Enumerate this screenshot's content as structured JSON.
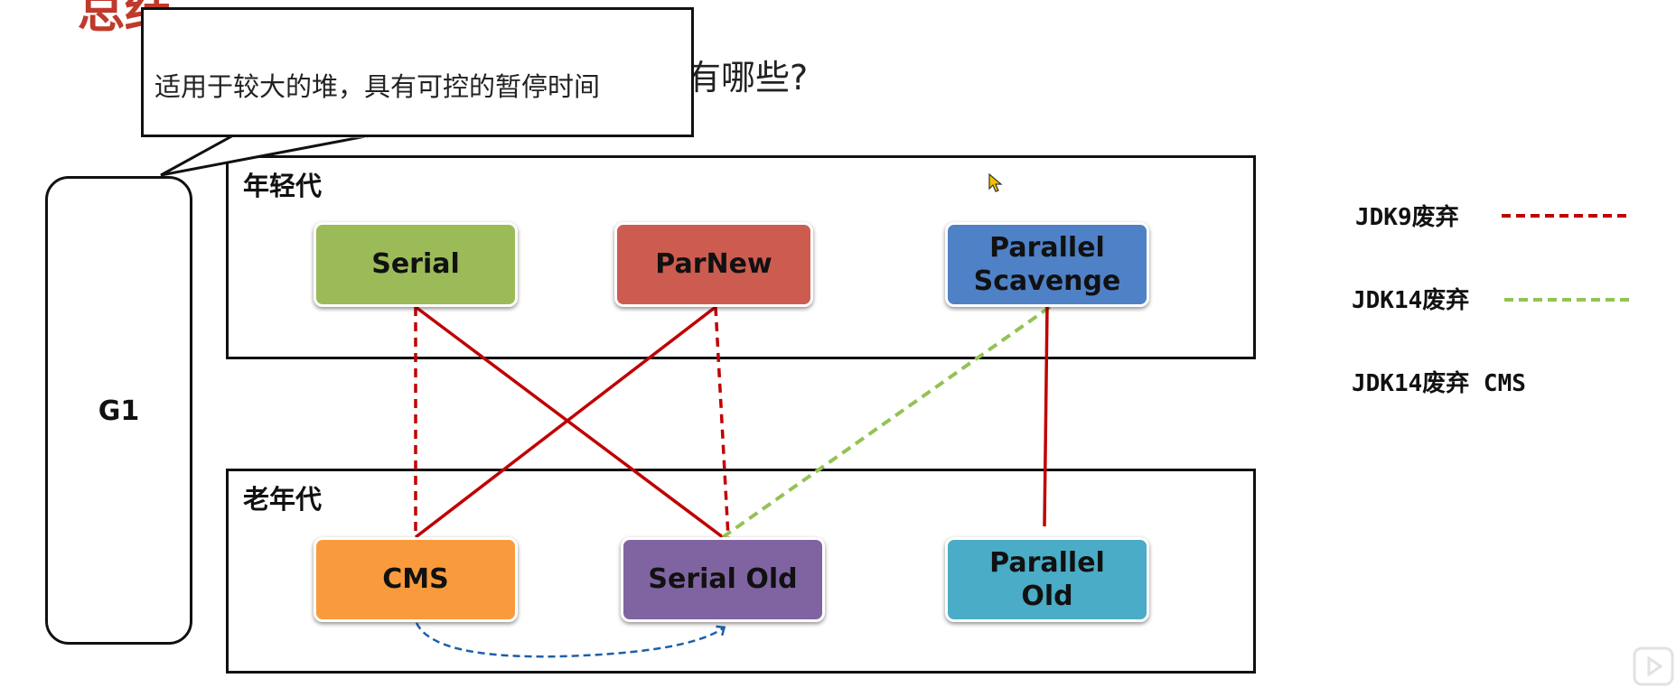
{
  "title_fragment": "总结",
  "question_fragment": "有哪些?",
  "callout": {
    "text": "适用于较大的堆，具有可控的暂停时间"
  },
  "regions": {
    "young": {
      "label": "年轻代"
    },
    "old": {
      "label": "老年代"
    }
  },
  "g1": {
    "label": "G1"
  },
  "collectors": {
    "serial": {
      "label": "Serial",
      "color": "#9bbb59"
    },
    "parnew": {
      "label": "ParNew",
      "color": "#cd5c50"
    },
    "parallel_scavenge": {
      "label": "Parallel\nScavenge",
      "color": "#4f81c7"
    },
    "cms": {
      "label": "CMS",
      "color": "#f99b3c"
    },
    "serial_old": {
      "label": "Serial Old",
      "color": "#8064a2"
    },
    "parallel_old": {
      "label": "Parallel\nOld",
      "color": "#4aacc6"
    }
  },
  "legend": [
    {
      "text": "JDK9废弃",
      "line_style": "dashed",
      "color": "#c00000"
    },
    {
      "text": "JDK14废弃",
      "line_style": "dashed",
      "color": "#92c353"
    },
    {
      "text": "JDK14废弃  CMS",
      "line_style": "none",
      "color": ""
    }
  ],
  "link_colors": {
    "solid": "#c00000",
    "jdk9_dashed": "#c00000",
    "jdk14_dashed": "#92c353",
    "fallback_arc": "#1f5fa8"
  }
}
